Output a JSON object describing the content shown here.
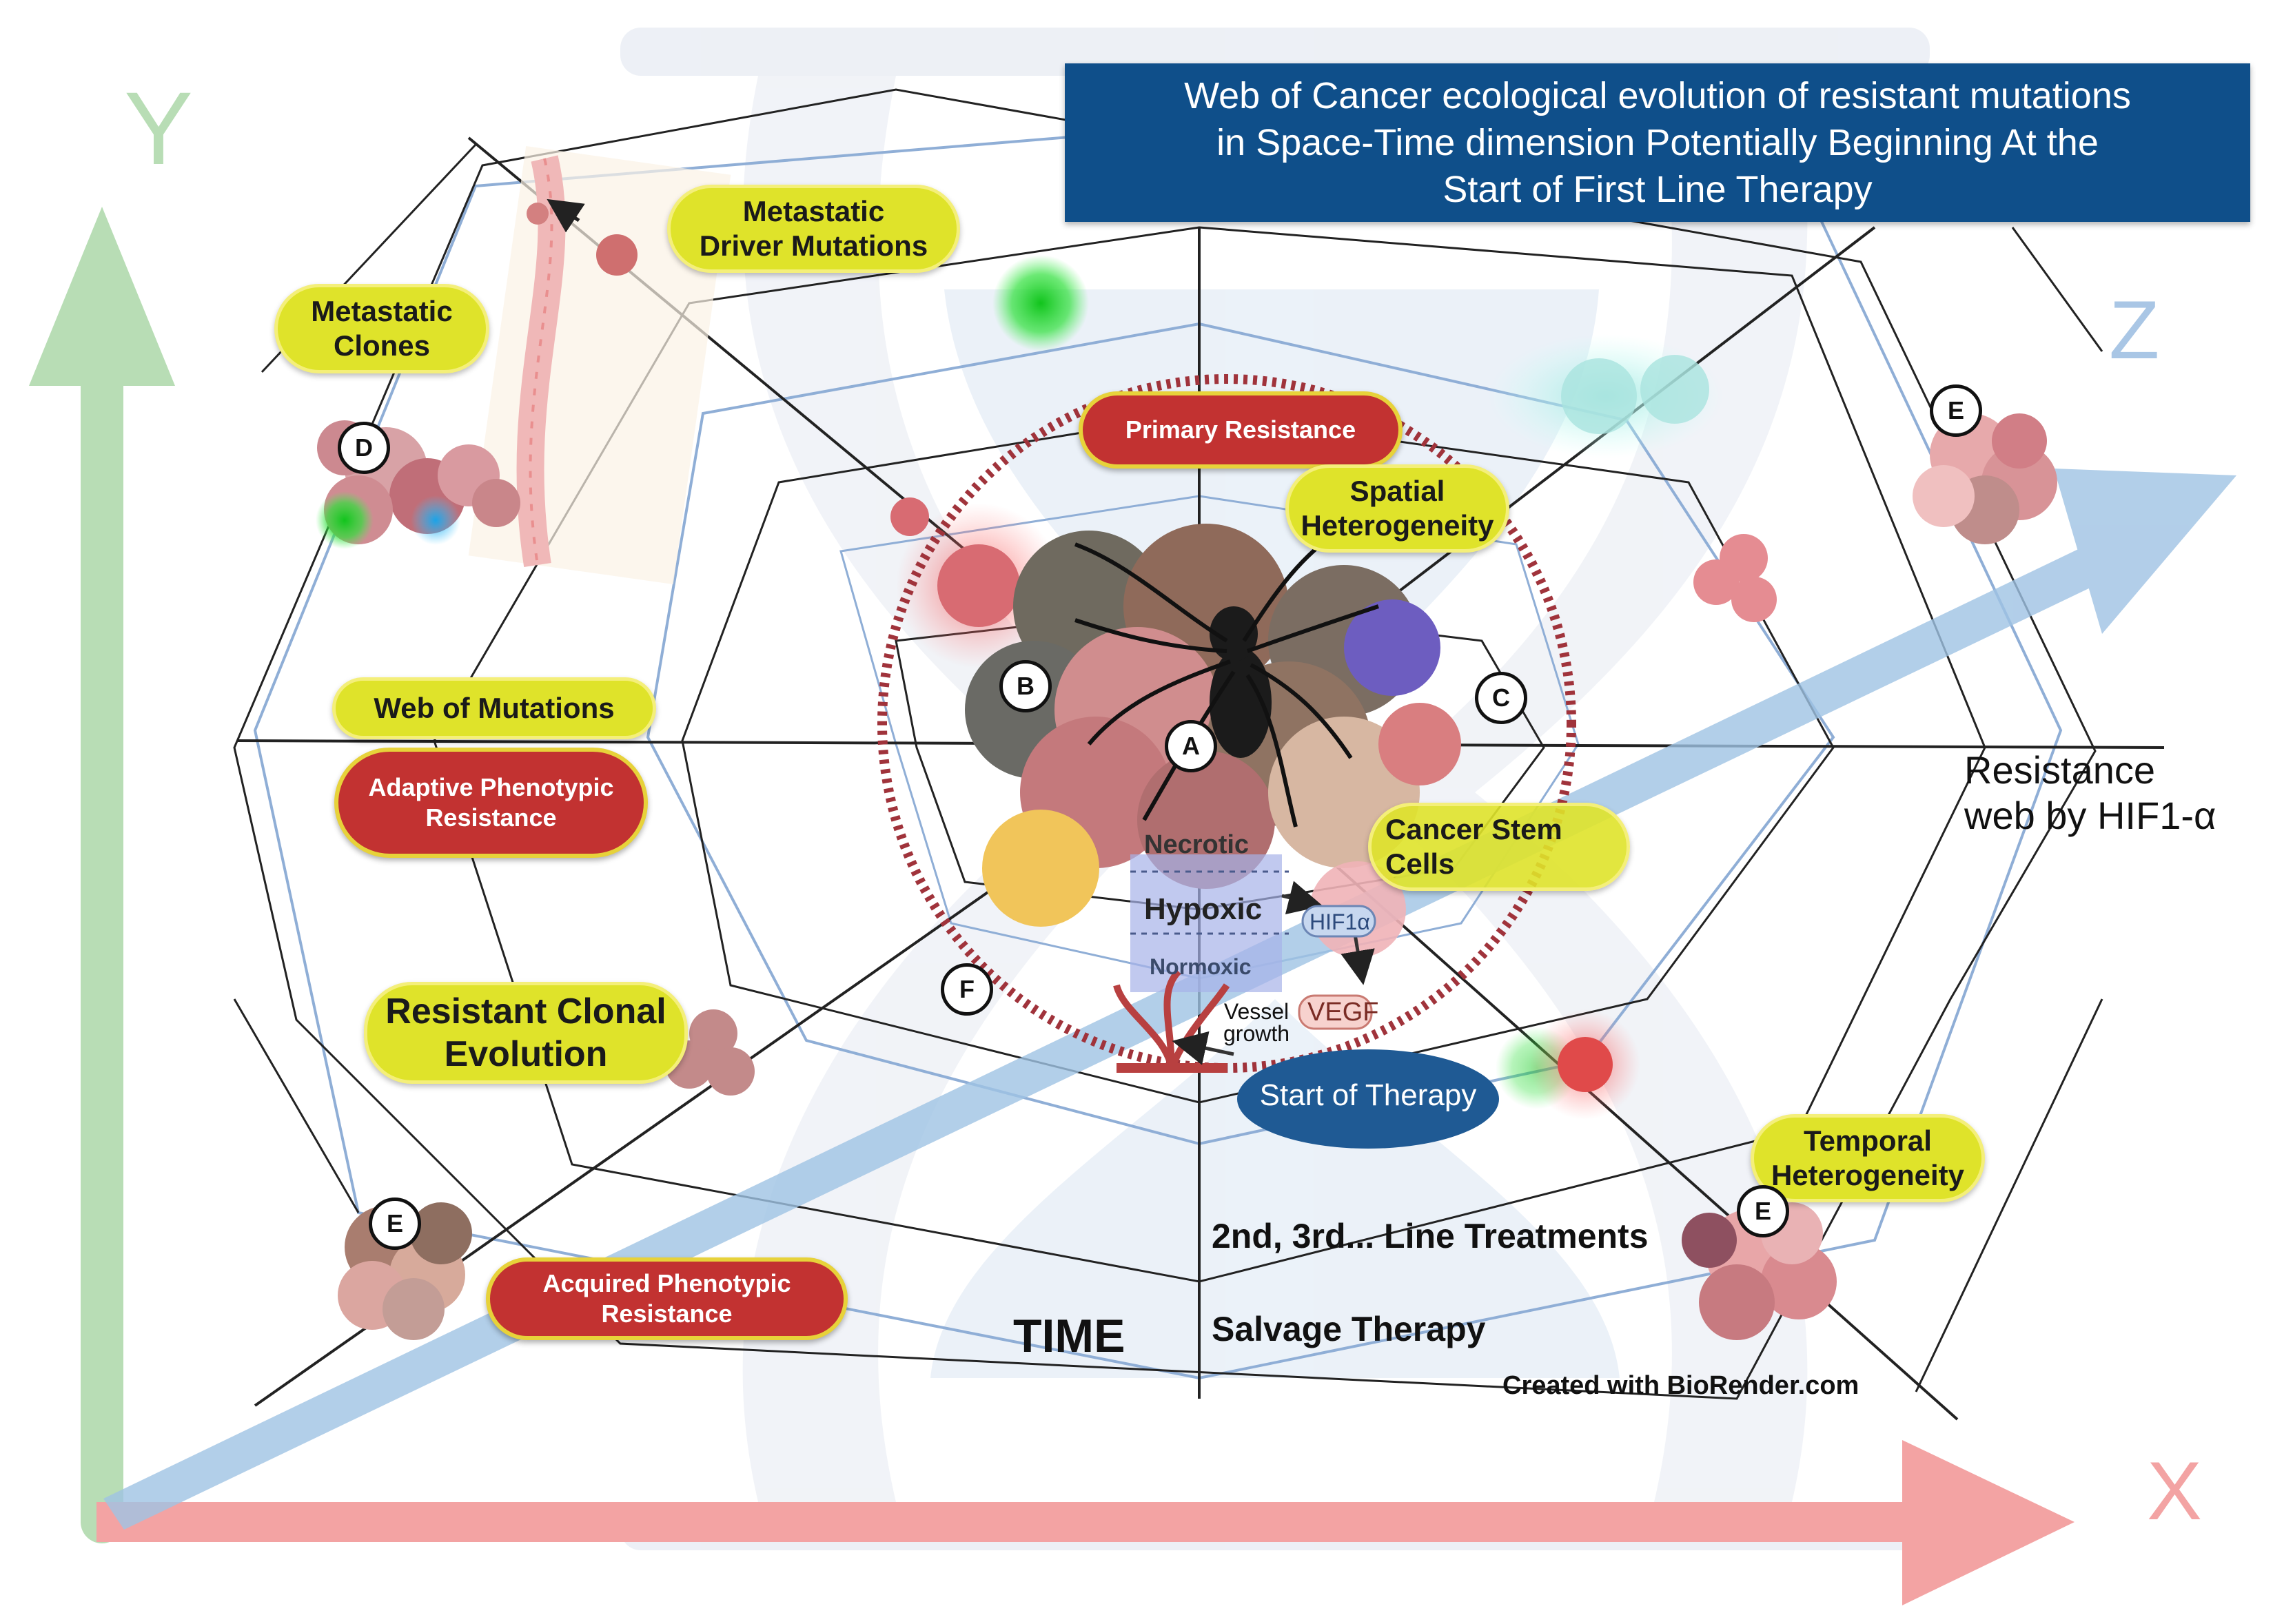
{
  "title": "Web of Cancer ecological evolution of resistant mutations in Space-Time dimension Potentially Beginning At the Start of First Line Therapy",
  "title_lines": [
    "Web of Cancer ecological evolution of resistant mutations",
    "in Space-Time dimension Potentially Beginning At the",
    "Start of First Line Therapy"
  ],
  "axes": {
    "y": "Y",
    "z": "Z",
    "x": "X"
  },
  "labels": {
    "metastatic_driver": [
      "Metastatic",
      "Driver Mutations"
    ],
    "metastatic_clones": [
      "Metastatic",
      "Clones"
    ],
    "primary_resistance": "Primary Resistance",
    "spatial_heterogeneity": [
      "Spatial",
      "Heterogeneity"
    ],
    "web_of_mutations": "Web of Mutations",
    "adaptive_resistance": [
      "Adaptive Phenotypic",
      "Resistance"
    ],
    "resistant_clonal": [
      "Resistant Clonal",
      "Evolution"
    ],
    "acquired_resistance": [
      "Acquired Phenotypic",
      "Resistance"
    ],
    "cancer_stem_cells": [
      "Cancer Stem",
      "Cells"
    ],
    "temporal_heterogeneity": [
      "Temporal",
      "Heterogeneity"
    ],
    "resistance_web": [
      "Resistance",
      "web by HIF1-α"
    ],
    "necrotic": "Necrotic",
    "hypoxic": "Hypoxic",
    "normoxic": "Normoxic",
    "hif1a": "HIF1α",
    "vegf": "VEGF",
    "vessel_growth": [
      "Vessel",
      "growth"
    ],
    "start_of_therapy": "Start of Therapy",
    "line_treatments": "2nd, 3rd... Line Treatments",
    "salvage_therapy": "Salvage Therapy",
    "time": "TIME",
    "credit": "Created with BioRender.com"
  },
  "markers": [
    "A",
    "B",
    "C",
    "D",
    "E",
    "E",
    "E",
    "F"
  ],
  "colors": {
    "title_bg": "#0f4f8a",
    "pill_yellow": "#dfe32a",
    "pill_red": "#c23231",
    "axis_y": "#b8ddb5",
    "axis_x": "#f3a3a3",
    "axis_z": "#9fc3e4",
    "web_blue": "#8faed6",
    "therapy_ellipse": "#1f5a94"
  }
}
